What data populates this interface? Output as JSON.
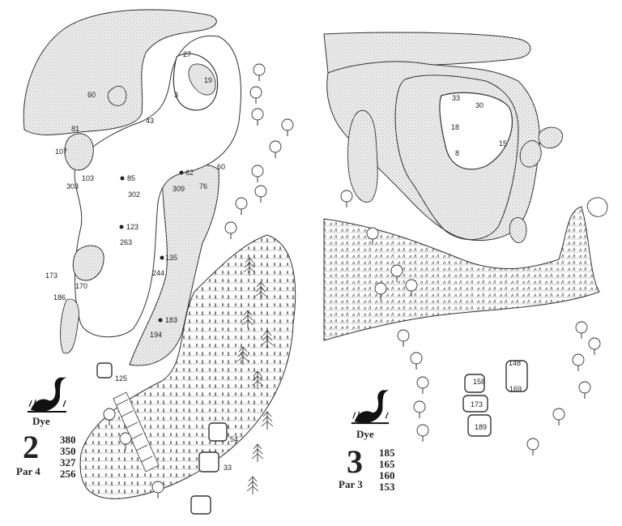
{
  "hole2": {
    "brand": "Dye",
    "number": "2",
    "par": "Par 4",
    "yardages": [
      "380",
      "350",
      "327",
      "256"
    ],
    "labels": {
      "l60a": "60",
      "l81": "81",
      "l107": "107",
      "l103": "103",
      "l303": "303",
      "l85": "85",
      "l302": "302",
      "l27": "27",
      "l19": "19",
      "l3": "3",
      "l43": "43",
      "l62": "62",
      "l60b": "60",
      "l309": "309",
      "l76": "76",
      "l123": "123",
      "l263": "263",
      "l135": "135",
      "l244": "244",
      "l173": "173",
      "l170": "170",
      "l186": "186",
      "l183": "183",
      "l194": "194",
      "l125": "125",
      "l54": "54",
      "l33": "33"
    }
  },
  "hole3": {
    "brand": "Dye",
    "number": "3",
    "par": "Par 3",
    "yardages": [
      "185",
      "165",
      "160",
      "153"
    ],
    "labels": {
      "l33": "33",
      "l30": "30",
      "l18": "18",
      "l8": "8",
      "l15": "15",
      "l148": "148",
      "l158": "158",
      "l169": "169",
      "l173": "173",
      "l189": "189"
    }
  },
  "colors": {
    "ink": "#222222",
    "water": "#cfcfcf",
    "rough": "#dcdcdc",
    "paper": "#ffffff"
  },
  "icons": {
    "logo": "heron-logo-icon",
    "tree": "tree-icon",
    "bunker": "bunker-icon"
  }
}
